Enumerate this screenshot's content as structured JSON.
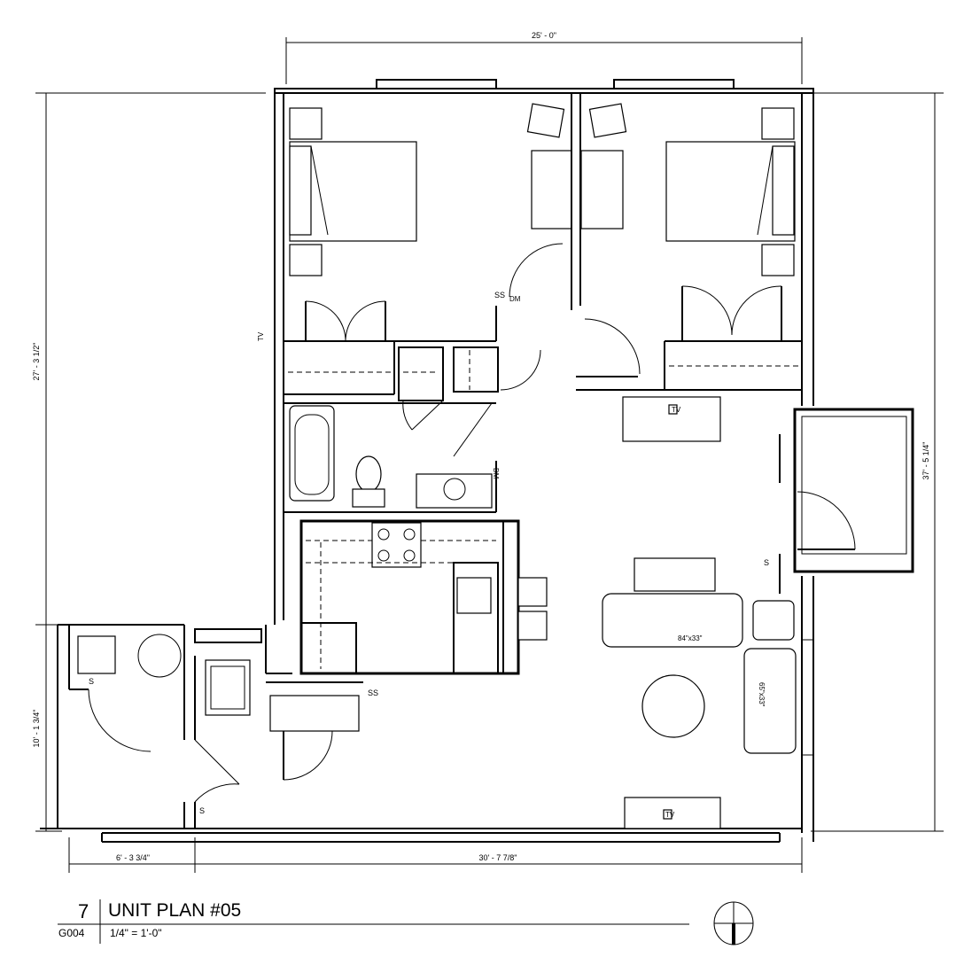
{
  "dimensions": {
    "top": "25' - 0\"",
    "left_upper": "27' - 3 1/2\"",
    "left_lower": "10' - 1 3/4\"",
    "right": "37' - 5 1/4\"",
    "bottom_left": "6' - 3 3/4\"",
    "bottom_right": "30' - 7 7/8\""
  },
  "furniture_labels": {
    "sofa": "84\"x33\"",
    "loveseat": "65\"x33\"",
    "tv": "TV",
    "dishwasher": "DW",
    "switch": "S",
    "switch_double": "SS",
    "dm": "DM"
  },
  "title_block": {
    "number": "7",
    "title": "UNIT PLAN #05",
    "sheet": "G004",
    "scale": "1/4\" = 1'-0\""
  }
}
